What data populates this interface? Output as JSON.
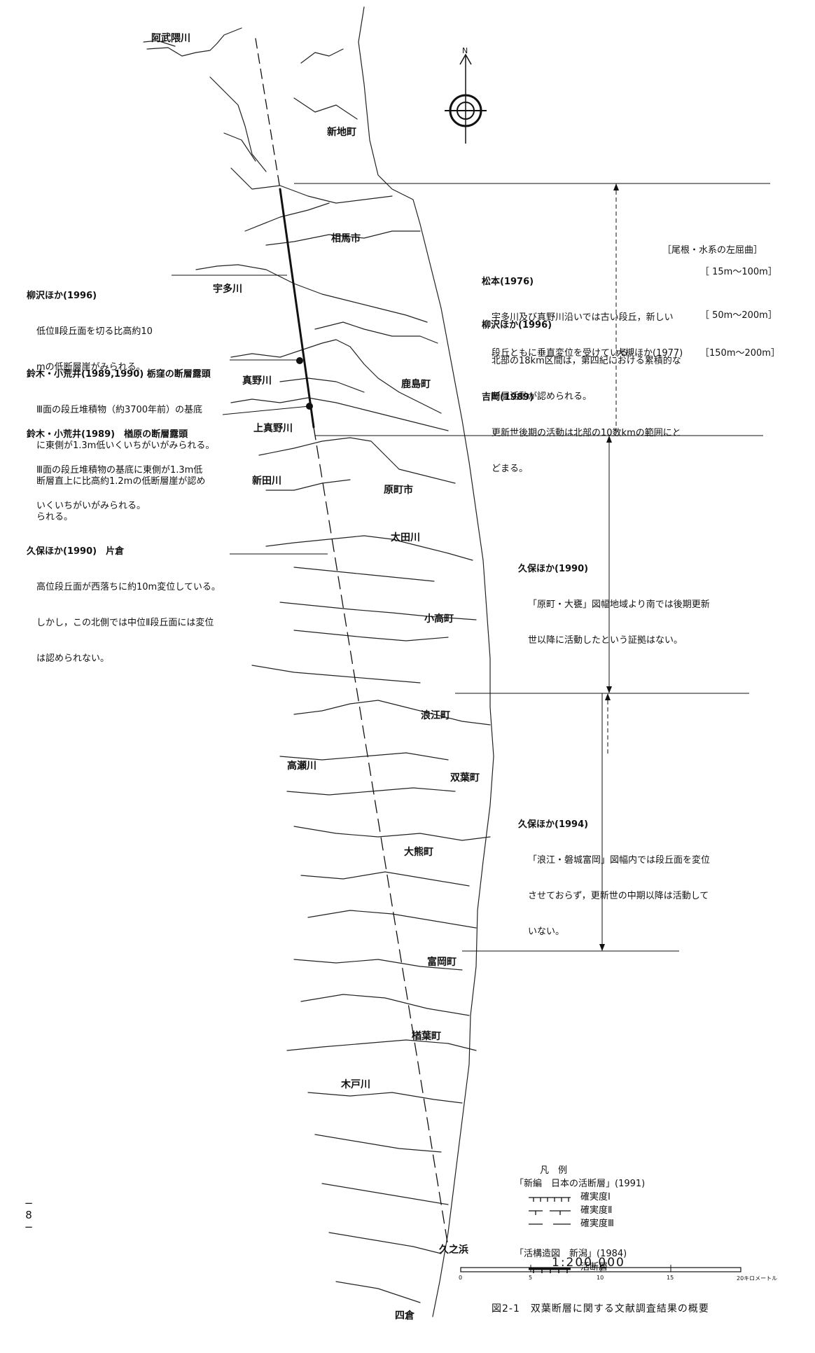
{
  "places": {
    "shinchi": "新地町",
    "soma": "相馬市",
    "kashima": "鹿島町",
    "haramachi": "原町市",
    "odaka": "小高町",
    "namie": "浪江町",
    "futaba": "双葉町",
    "okuma": "大熊町",
    "tomioka": "富岡町",
    "naraha": "楢葉町",
    "hisanohama": "久之浜",
    "yotsukura": "四倉"
  },
  "rivers": {
    "abukuma": "阿武隈川",
    "uda": "宇多川",
    "mano": "真野川",
    "kamimano": "上真野川",
    "nitta": "新田川",
    "ota": "太田川",
    "takase": "高瀬川",
    "kido": "木戸川"
  },
  "north_label": "N",
  "left_notes": [
    {
      "head": "柳沢ほか(1996)",
      "lines": [
        "低位Ⅱ段丘面を切る比高約10",
        "mの低断層崖がみられる。"
      ]
    },
    {
      "head": "鈴木・小荒井(1989,1990) 栃窪の断層露頭",
      "lines": [
        "Ⅲ面の段丘堆積物（約3700年前）の基底",
        "に東側が1.3m低いくいちがいがみられる。",
        "断層直上に比高約1.2mの低断層崖が認め",
        "られる。"
      ]
    },
    {
      "head": "鈴木・小荒井(1989)　楢原の断層露頭",
      "lines": [
        "Ⅲ面の段丘堆積物の基底に東側が1.3m低",
        "いくいちがいがみられる。"
      ]
    },
    {
      "head": "久保ほか(1990)　片倉",
      "lines": [
        "高位段丘面が西落ちに約10m変位している。",
        "しかし，この北側では中位Ⅱ段丘面には変位",
        "は認められない。"
      ]
    }
  ],
  "right_notes": [
    {
      "head": "松本(1976)",
      "lines": [
        "宇多川及び真野川沿いでは古い段丘，新しい",
        "段丘ともに垂直変位を受けている。"
      ]
    },
    {
      "head": "柳沢ほか(1996)",
      "lines": [
        "北部の18km区間は，第四紀における累積的な",
        "断層活動が認められる。"
      ]
    },
    {
      "head": "吉岡(1989)",
      "lines": [
        "更新世後期の活動は北部の10数kmの範囲にと",
        "どまる。"
      ]
    },
    {
      "head": "久保ほか(1990)",
      "lines": [
        "「原町・大甕」図幅地域より南では後期更新",
        "世以降に活動したという証拠はない。"
      ]
    },
    {
      "head": "久保ほか(1994)",
      "lines": [
        "「浪江・磐城富岡」図幅内では段丘面を変位",
        "させておらず，更新世の中期以降は活動して",
        "いない。"
      ]
    }
  ],
  "flexure": {
    "title": "［尾根・水系の左屈曲］",
    "rows": [
      "［ 15m〜100m］",
      "［ 50m〜200m］",
      "［150m〜200m］"
    ],
    "source": "大槻ほか(1977)"
  },
  "legend": {
    "title": "凡　例",
    "source1": "「新編　日本の活断層」(1991)",
    "items1": [
      "確実度Ⅰ",
      "確実度Ⅱ",
      "確実度Ⅲ"
    ],
    "source2": "「活構造図　新潟」(1984)",
    "items2": [
      "活断層"
    ]
  },
  "scale": {
    "label": "1:200,000",
    "ticks": [
      "0",
      "5",
      "10",
      "15",
      "20キロメートル"
    ]
  },
  "page_number": [
    "−",
    "8",
    "−"
  ],
  "caption": "図2-1　双葉断層に関する文献調査結果の概要"
}
